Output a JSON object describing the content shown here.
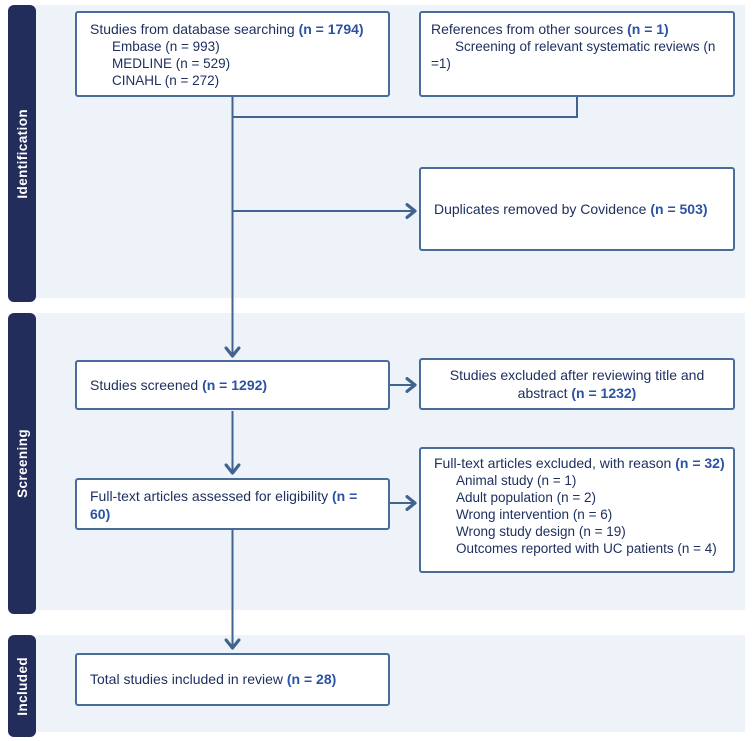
{
  "diagram": {
    "type": "PRISMA flow diagram",
    "stages": [
      {
        "label": "Identification"
      },
      {
        "label": "Screening"
      },
      {
        "label": "Included"
      }
    ],
    "boxes": {
      "database": {
        "text": "Studies from database searching ",
        "count": "(n = 1794)",
        "items": [
          "Embase (n = 993)",
          "MEDLINE (n = 529)",
          "CINAHL (n = 272)"
        ]
      },
      "other_sources": {
        "text": "References from other sources ",
        "count": "(n = 1)",
        "items": [
          "Screening of relevant systematic reviews (n =1)"
        ]
      },
      "duplicates": {
        "text": "Duplicates removed by Covidence ",
        "count": "(n = 503)"
      },
      "screened": {
        "text": "Studies screened ",
        "count": "(n = 1292)"
      },
      "excluded_abstract": {
        "text": "Studies excluded after reviewing title and abstract ",
        "count": "(n = 1232)"
      },
      "assessed": {
        "text": "Full-text articles assessed for eligibility ",
        "count": "(n = 60)"
      },
      "fulltext_excluded": {
        "text": "Full-text articles excluded, with reason ",
        "count": "(n = 32)",
        "items": [
          "Animal study (n = 1)",
          "Adult population (n = 2)",
          "Wrong intervention (n = 6)",
          "Wrong study design (n = 19)",
          "Outcomes reported with UC patients (n = 4)"
        ]
      },
      "total": {
        "text": "Total studies included in review ",
        "count": "(n = 28)"
      }
    },
    "colors": {
      "stage_bar": "#232d5b",
      "stage_panel": "#eef3f9",
      "box_border": "#4a6c9b",
      "connector": "#41648e",
      "text": "#1f3060",
      "count": "#2c52a4"
    }
  }
}
